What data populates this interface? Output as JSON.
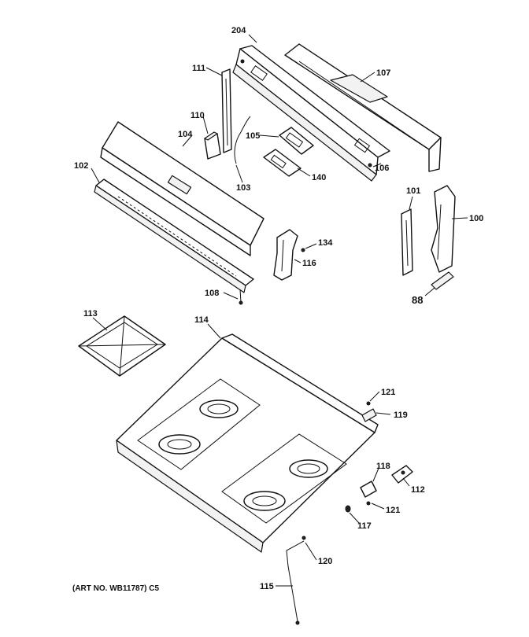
{
  "callouts": {
    "c204": "204",
    "c111": "111",
    "c107": "107",
    "c110": "110",
    "c104": "104",
    "c105": "105",
    "c102": "102",
    "c103": "103",
    "c140": "140",
    "c106": "106",
    "c101": "101",
    "c100": "100",
    "c134": "134",
    "c116": "116",
    "c108": "108",
    "c88": "88",
    "c113": "113",
    "c114": "114",
    "c121a": "121",
    "c119": "119",
    "c118": "118",
    "c112": "112",
    "c121b": "121",
    "c117": "117",
    "c120": "120",
    "c115": "115"
  },
  "art_number": "(ART NO. WB11787) C5"
}
